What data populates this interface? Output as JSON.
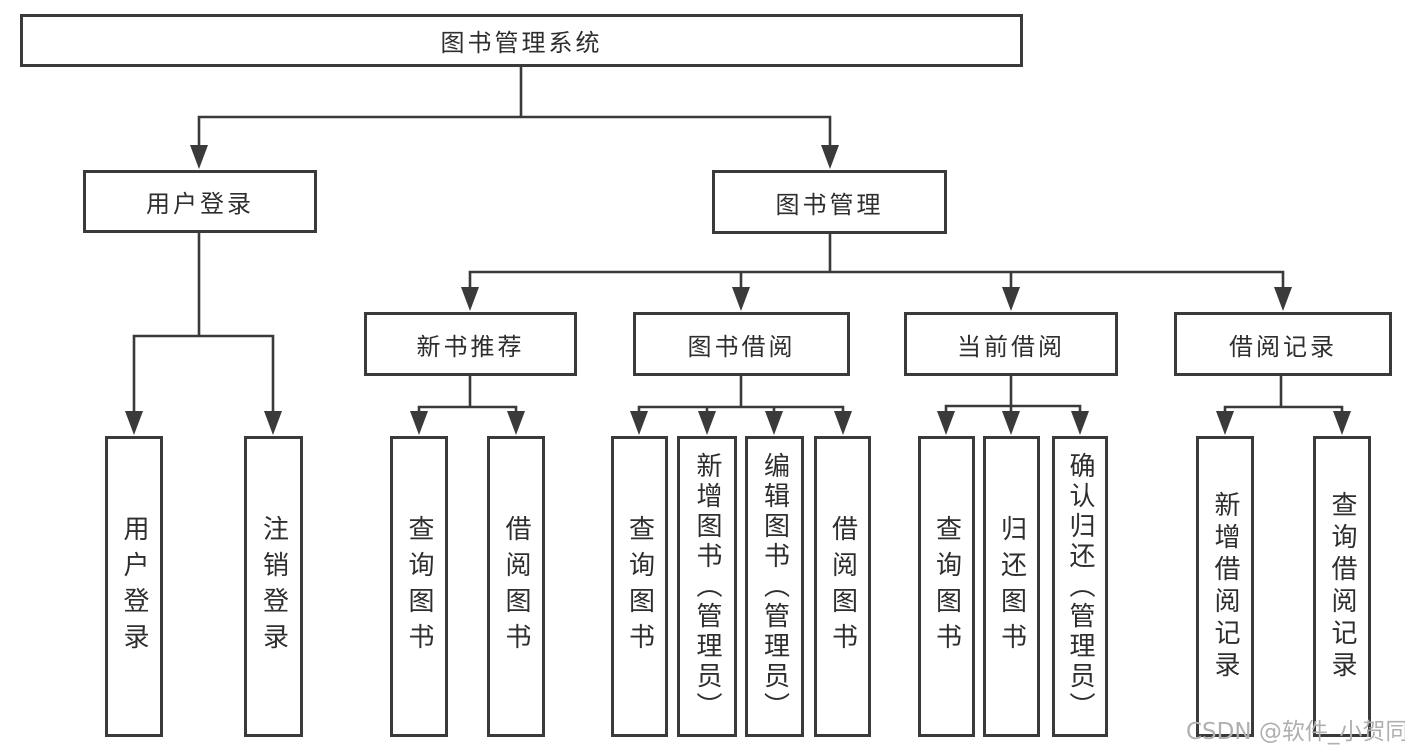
{
  "diagram": {
    "root": "图书管理系统",
    "level2": [
      "用户登录",
      "图书管理"
    ],
    "level3": [
      "新书推荐",
      "图书借阅",
      "当前借阅",
      "借阅记录"
    ],
    "leaves_user_login": [
      "用户登录",
      "注销登录"
    ],
    "leaves_new_book": [
      "查询图书",
      "借阅图书"
    ],
    "leaves_book_borrow": [
      "查询图书",
      "新增图书（管理员）",
      "编辑图书（管理员）",
      "借阅图书"
    ],
    "leaves_current_borrow": [
      "查询图书",
      "归还图书",
      "确认归还（管理员）"
    ],
    "leaves_borrow_records": [
      "新增借阅记录",
      "查询借阅记录"
    ]
  },
  "watermark": {
    "text": "CSDN @软件_小贺同学",
    "color": "#b0b0b0"
  },
  "colors": {
    "line": "#3a3a3a",
    "box_border": "#3a3a3a",
    "text": "#2e2e2e",
    "background": "#ffffff"
  }
}
